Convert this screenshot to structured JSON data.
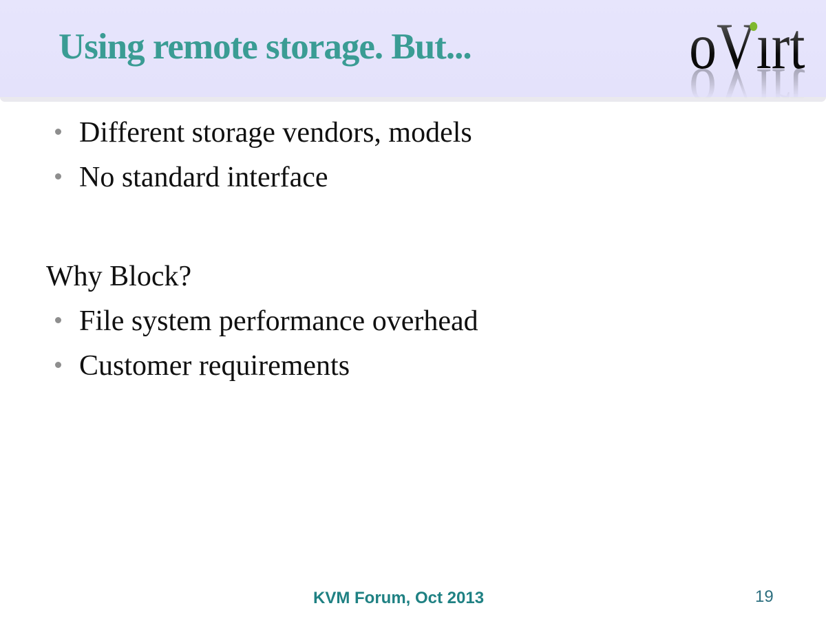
{
  "header": {
    "title": "Using remote storage. But..."
  },
  "logo": {
    "label": "oVirt",
    "part_before": "oV",
    "part_dotless_i": "ı",
    "part_after": "rt"
  },
  "body": {
    "bullets_top": [
      "Different storage vendors, models",
      "No standard interface"
    ],
    "subheading": "Why Block?",
    "bullets_bottom": [
      "File system performance overhead",
      "Customer requirements"
    ]
  },
  "footer": {
    "text": "KVM Forum, Oct 2013",
    "page_number": "19"
  },
  "colors": {
    "header_bg": "#e4e2fb",
    "title": "#3a9c94",
    "footer_text": "#1f8183",
    "page_number": "#2d6f7f",
    "bullet_dot": "#8e8e8e",
    "logo_dot": "#7fb82e",
    "body_text": "#101010",
    "divider": "#eae9ee"
  }
}
